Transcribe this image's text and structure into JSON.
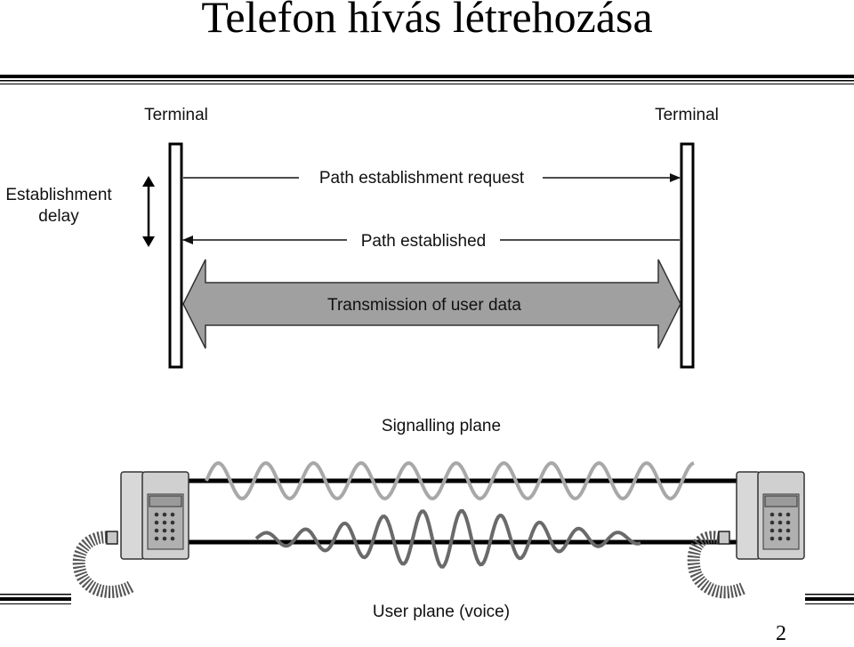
{
  "slide": {
    "title": "Telefon hívás létrehozása",
    "page_number": "2"
  },
  "diagram": {
    "terminal_left": "Terminal",
    "terminal_right": "Terminal",
    "establishment_delay_line1": "Establishment",
    "establishment_delay_line2": "delay",
    "request_label": "Path establishment request",
    "established_label": "Path established",
    "transmission_label": "Transmission of user data",
    "signalling_label": "Signalling plane",
    "user_plane_label": "User plane (voice)"
  },
  "colors": {
    "big_arrow_fill": "#a0a0a0",
    "signal_wave": "#a8a8a8",
    "voice_wave": "#6a6a6a",
    "phone_body": "#d8d8d8"
  }
}
